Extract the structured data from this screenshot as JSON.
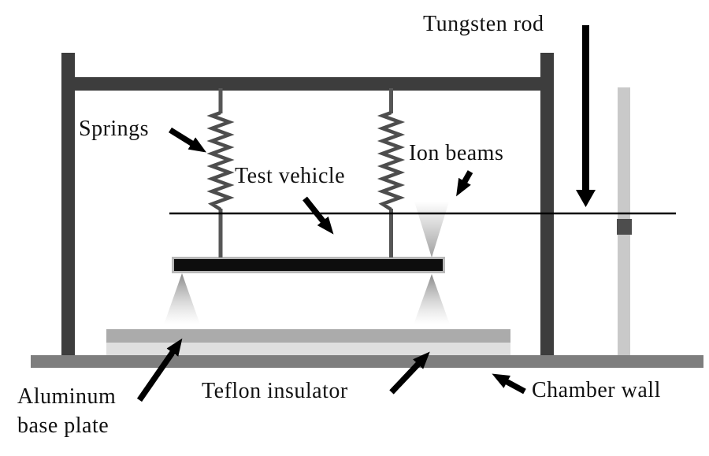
{
  "diagram": {
    "type": "experimental-setup-schematic",
    "labels": {
      "tungsten_rod": "Tungsten rod",
      "springs": "Springs",
      "test_vehicle": "Test vehicle",
      "ion_beams": "Ion beams",
      "aluminum_base_plate_line1": "Aluminum",
      "aluminum_base_plate_line2": "base plate",
      "teflon_insulator": "Teflon insulator",
      "chamber_wall": "Chamber wall"
    },
    "colors": {
      "frame": "#3d3d3d",
      "spring_coil": "#4d4d4d",
      "hanger_rod": "#565656",
      "test_vehicle_fill": "#0d0d0d",
      "test_vehicle_border": "#b8b8b8",
      "aluminum_plate": "#ababab",
      "teflon_plate": "#dfdfdf",
      "chamber_wall": "#7e7e7e",
      "support_rod": "#c9c9c9",
      "rod_clamp": "#4d4d4d",
      "tungsten_rod_line": "#000000",
      "ion_beam_cone": "#8c8c8c",
      "annotation": "#000000",
      "background": "#ffffff"
    }
  }
}
